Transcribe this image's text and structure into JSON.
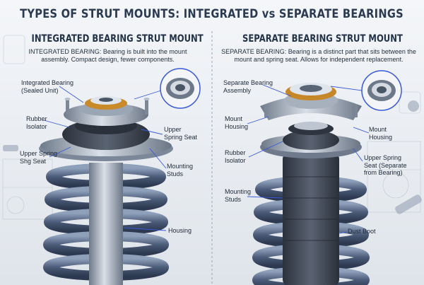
{
  "title": "TYPES OF STRUT MOUNTS: INTEGRATED vs SEPARATE BEARINGS",
  "left": {
    "heading": "INTEGRATED BEARING STRUT MOUNT",
    "description": "INTEGRATED BEARING: Bearing is built into the mount assembly. Compact design, fewer components.",
    "labels": {
      "integrated_bearing": "Integrated Bearing\n(Sealed Unit)",
      "rubber_isolator": "Rubber\nIsolator",
      "upper_spring_seat": "Upper\nSpring Seat",
      "upper_spring_shg_seat": "Upper Spring\nShg Seat",
      "mounting_studs": "Mounting\nStuds",
      "housing": "Housing"
    }
  },
  "right": {
    "heading": "SEPARATE BEARING STRUT MOUNT",
    "description": "SEPARATE BEARING: Bearing is a distinct part that sits between the mount and spring seat. Allows for independent replacement.",
    "labels": {
      "separate_bearing": "Separate Bearing\nAssembly",
      "mount_housing_left": "Mount\nHousing",
      "mount_housing_right": "Mount\nHousing",
      "rubber_isolator": "Rubber\nIsolator",
      "upper_spring_seat": "Upper Spring\nSeat (Separate\nfrom Bearing)",
      "mounting_studs": "Mounting\nStuds",
      "dust_boot": "Dust Boot"
    }
  },
  "colors": {
    "title": "#2a3a50",
    "metal": "#8a96a6",
    "rubber": "#3a4250",
    "spring": "#4f5f7c",
    "leader": "#3b5bd6"
  }
}
